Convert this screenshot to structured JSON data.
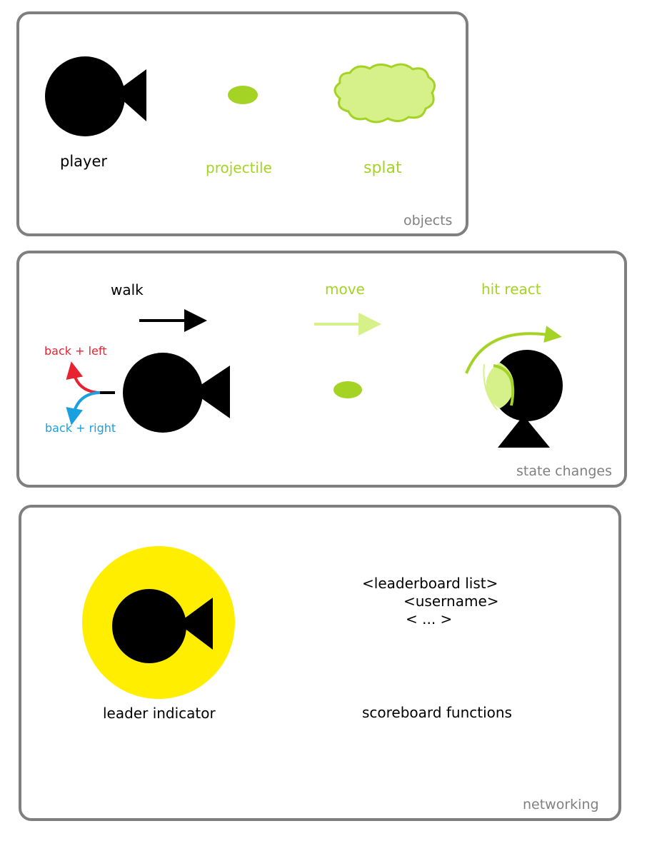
{
  "objects": {
    "caption": "objects",
    "player_label": "player",
    "projectile_label": "projectile",
    "splat_label": "splat"
  },
  "state_changes": {
    "caption": "state changes",
    "walk_label": "walk",
    "move_label": "move",
    "hit_react_label": "hit react",
    "back_left_label": "back + left",
    "back_right_label": "back + right"
  },
  "networking": {
    "caption": "networking",
    "leader_indicator_label": "leader indicator",
    "leaderboard_line1": "<leaderboard list>",
    "leaderboard_line2": "<username>",
    "leaderboard_line3": "< ... >",
    "scoreboard_label": "scoreboard functions"
  },
  "colors": {
    "lime": "#a4d326",
    "lime_light": "#d6f08a",
    "red": "#e8232f",
    "blue": "#1a9fe0",
    "yellow": "#ffee00",
    "border": "#7f7f7f"
  }
}
